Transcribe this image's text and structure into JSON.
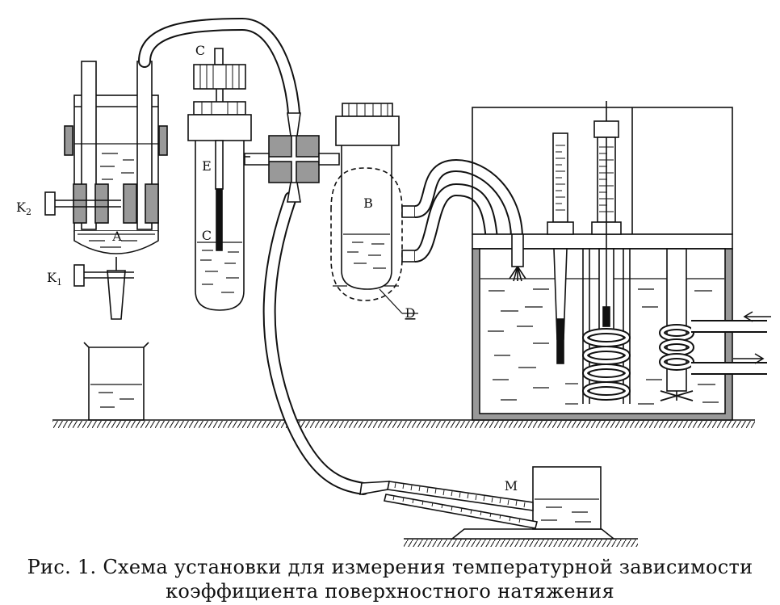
{
  "labels": {
    "A": "A",
    "B": "B",
    "C_top": "C",
    "C_bottom": "C",
    "D": "D",
    "E": "E",
    "M": "M",
    "K1": "K",
    "K1_sub": "1",
    "K2": "K",
    "K2_sub": "2"
  },
  "caption": {
    "line1": "Рис. 1. Схема установки для измерения температурной зависимости",
    "line2": "коэффициента поверхностного натяжения"
  }
}
